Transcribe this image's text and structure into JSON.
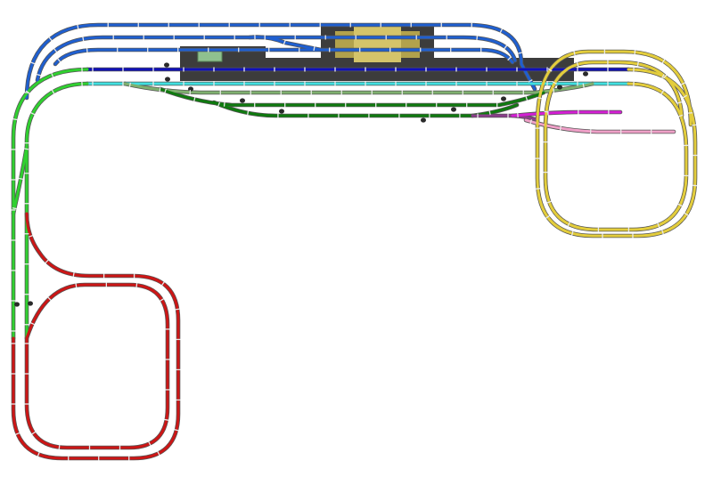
{
  "diagram": {
    "type": "model-railway-track-plan",
    "track_colors": {
      "blue_upper": "#1f5fd0",
      "blue_main": "#1010b8",
      "cyan": "#40e0e0",
      "light_green": "#30d030",
      "sage_green": "#7fb06f",
      "dark_green": "#0f7a0f",
      "red": "#cc1616",
      "yellow": "#e3cd3c",
      "magenta": "#d41fd4",
      "pink": "#f0a0c8",
      "purple": "#8a3d8a",
      "platform": "#3c3c3c",
      "station_building": "#d4c46a",
      "station_wing": "#b2a24c",
      "shed": "#8fc08f",
      "connector_dot": "#2a2a2a"
    },
    "elements": {
      "platform_main": "platform",
      "platform_left": "platform",
      "platform_upper": "platform",
      "station_building": "station-building",
      "small_shed": "shed"
    }
  }
}
